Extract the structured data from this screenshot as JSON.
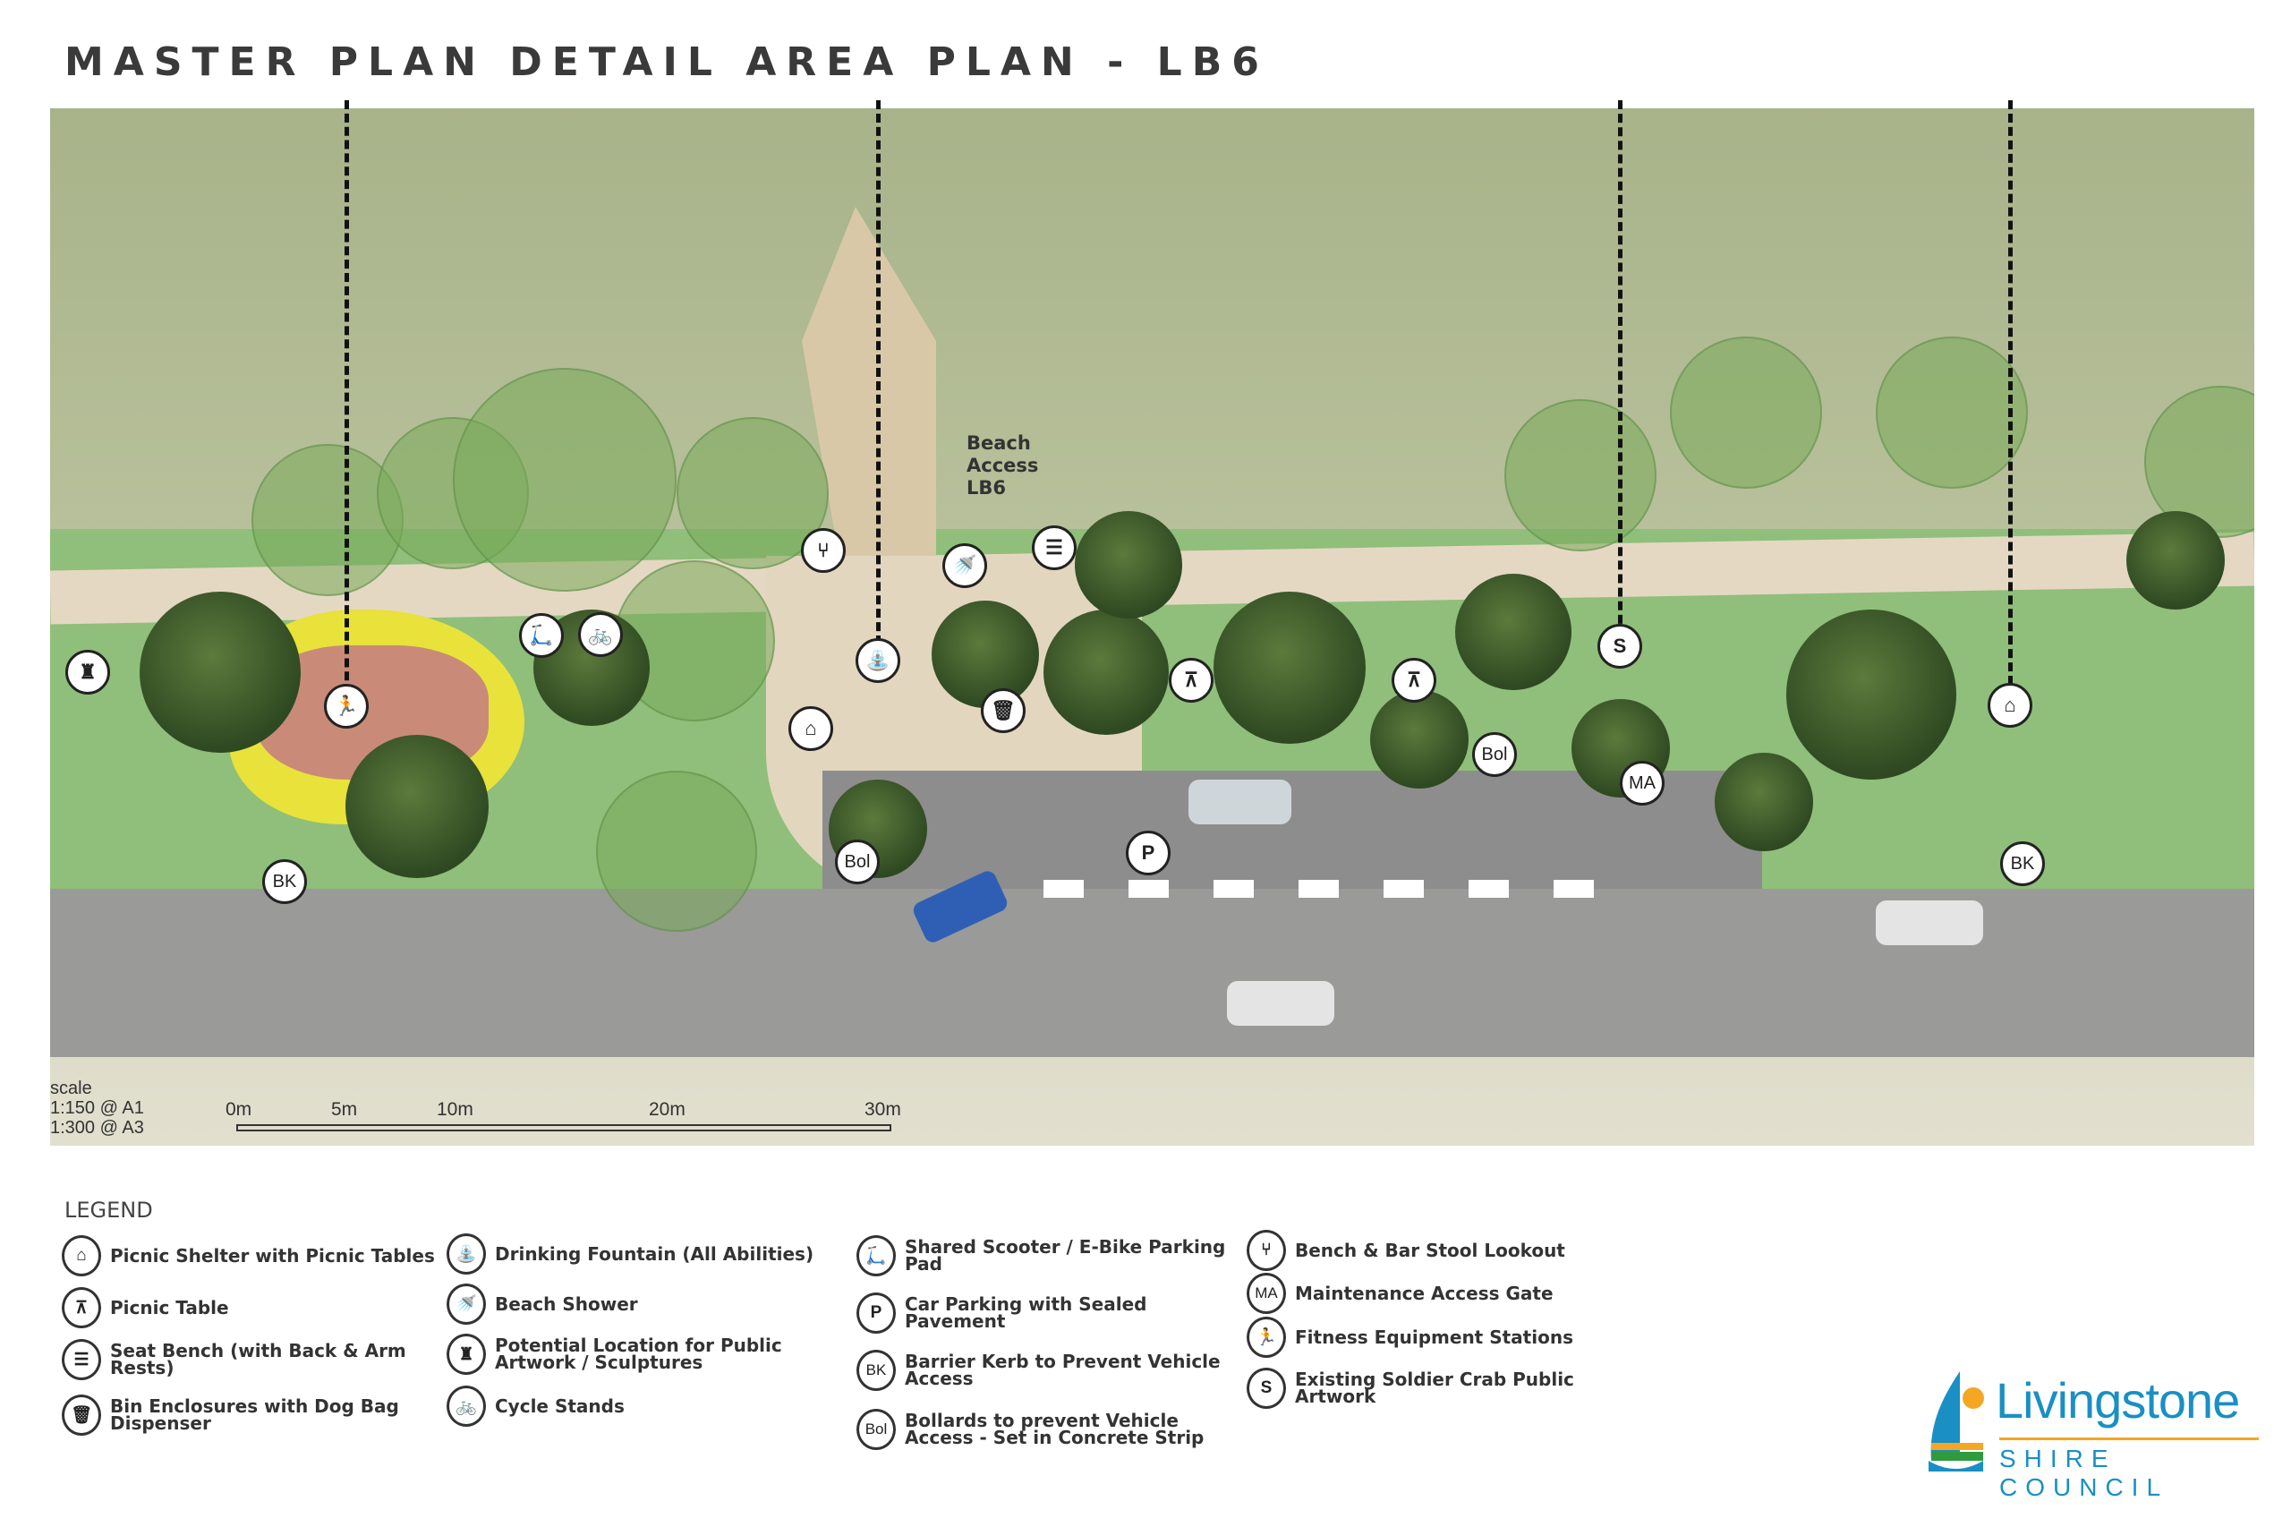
{
  "title": "MASTER PLAN DETAIL AREA PLAN - LB6",
  "map": {
    "beach_access": [
      "Beach",
      "Access",
      "LB6"
    ],
    "markers": {
      "bk": "BK",
      "bol": "Bol",
      "ma": "MA",
      "p": "P",
      "s": "S"
    },
    "scale": {
      "label": "scale",
      "a1": "1:150 @ A1",
      "a3": "1:300 @ A3",
      "ticks": [
        "0m",
        "5m",
        "10m",
        "20m",
        "30m"
      ]
    }
  },
  "legend": {
    "title": "LEGEND",
    "items": [
      {
        "icon": "picnic-shelter-icon",
        "label": "Picnic Shelter with Picnic Tables"
      },
      {
        "icon": "picnic-table-icon",
        "label": "Picnic Table"
      },
      {
        "icon": "seat-bench-icon",
        "label": "Seat Bench (with Back & Arm Rests)"
      },
      {
        "icon": "bin-icon",
        "label": "Bin Enclosures with Dog Bag Dispenser"
      },
      {
        "icon": "drinking-fountain-icon",
        "label": "Drinking Fountain (All Abilities)"
      },
      {
        "icon": "beach-shower-icon",
        "label": "Beach Shower"
      },
      {
        "icon": "artwork-icon",
        "label": "Potential Location for Public Artwork / Sculptures"
      },
      {
        "icon": "cycle-icon",
        "label": "Cycle Stands"
      },
      {
        "icon": "scooter-icon",
        "label": "Shared Scooter / E-Bike Parking Pad"
      },
      {
        "icon": "parking-icon",
        "code": "P",
        "label": "Car Parking with Sealed Pavement"
      },
      {
        "icon": "barrier-kerb-icon",
        "code": "BK",
        "label": "Barrier Kerb to Prevent Vehicle Access"
      },
      {
        "icon": "bollard-icon",
        "code": "Bol",
        "label": "Bollards to prevent Vehicle Access - Set in Concrete Strip"
      },
      {
        "icon": "bench-bar-stool-icon",
        "label": "Bench & Bar Stool Lookout"
      },
      {
        "icon": "maintenance-gate-icon",
        "code": "MA",
        "label": "Maintenance Access Gate"
      },
      {
        "icon": "fitness-icon",
        "label": "Fitness Equipment Stations"
      },
      {
        "icon": "soldier-crab-icon",
        "code": "S",
        "label": "Existing Soldier Crab Public Artwork"
      }
    ]
  },
  "logo": {
    "name": "Livingstone",
    "sub": "SHIRE COUNCIL",
    "colors": {
      "blue": "#1a8fc4",
      "orange": "#f5a623",
      "green": "#2e9c3e"
    }
  }
}
